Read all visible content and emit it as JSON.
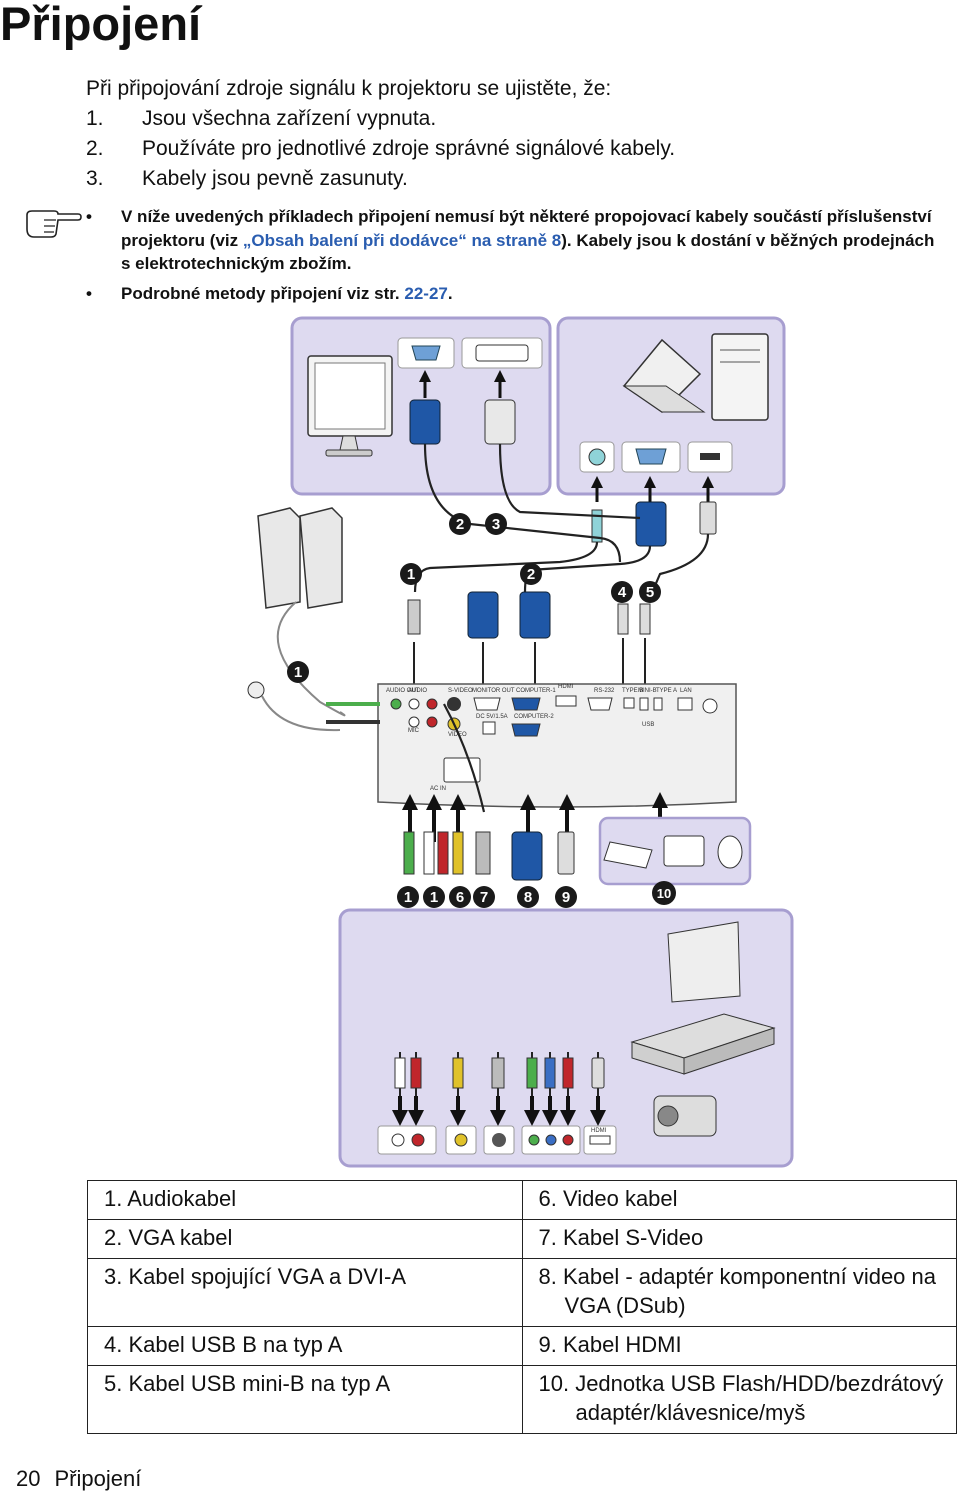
{
  "title": "Připojení",
  "intro": {
    "lead": "Při připojování zdroje signálu k projektoru se ujistěte, že:",
    "items": [
      {
        "num": "1.",
        "text": "Jsou všechna zařízení vypnuta."
      },
      {
        "num": "2.",
        "text": "Používáte pro jednotlivé zdroje správné signálové kabely."
      },
      {
        "num": "3.",
        "text": "Kabely jsou pevně zasunuty."
      }
    ]
  },
  "notes": {
    "bullet": "•",
    "note1_pre": "V níže uvedených příkladech připojení nemusí být některé propojovací kabely součástí příslušenství projektoru (viz ",
    "note1_link": "„Obsah balení při dodávce“ na straně 8",
    "note1_post": "). Kabely jsou k dostání v běžných prodejnách s elektrotechnickým zbožím.",
    "note2_pre": "Podrobné metody připojení viz str. ",
    "note2_link": "22-27",
    "note2_post": "."
  },
  "diagram": {
    "badges": [
      "2",
      "3",
      "1",
      "2",
      "4",
      "5",
      "1",
      "1",
      "1",
      "6",
      "7",
      "8",
      "9",
      "10"
    ],
    "port_labels": {
      "audio_out": "AUDIO OUT",
      "audio": "AUDIO",
      "s_video": "S-VIDEO",
      "monitor_out": "MONITOR OUT",
      "computer1": "COMPUTER-1",
      "hdmi": "HDMI",
      "rs232": "RS-232",
      "type_b": "TYPE B",
      "mini_b": "MINI-B",
      "type_a": "TYPE A",
      "lan": "LAN",
      "mic": "MIC",
      "video": "VIDEO",
      "dc5v": "DC 5V/1.5A",
      "computer2": "COMPUTER-2",
      "ac_in": "AC IN",
      "usb": "USB",
      "hdmi_small": "HDMI"
    },
    "colors": {
      "panel_fill": "#dedaf0",
      "panel_border": "#a79ed0",
      "vga_blue": "#1f57a6",
      "badge": "#1a1a1a",
      "audio_green": "#4cae4c",
      "rca_red": "#c0262b",
      "rca_yellow": "#e0c22a"
    }
  },
  "legend": [
    [
      "1. Audiokabel",
      "6. Video kabel"
    ],
    [
      "2. VGA kabel",
      "7. Kabel S-Video"
    ],
    [
      "3. Kabel spojující VGA a DVI-A",
      "8. Kabel - adaptér komponentní video na VGA (DSub)"
    ],
    [
      "4. Kabel USB B na typ A",
      "9. Kabel HDMI"
    ],
    [
      "5. Kabel USB mini-B na typ A",
      "10. Jednotka USB Flash/HDD/bezdrátový adaptér/klávesnice/myš"
    ]
  ],
  "footer": {
    "page": "20",
    "label": "Připojení"
  }
}
